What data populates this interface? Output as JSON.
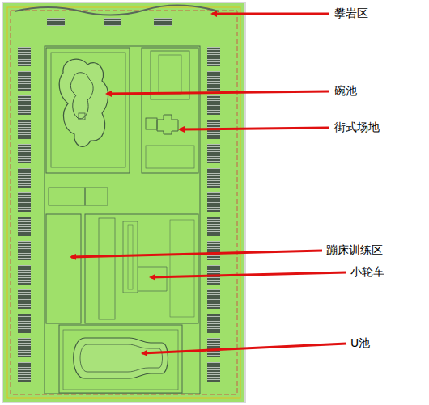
{
  "diagram": {
    "labels": [
      "攀岩区",
      "碗池",
      "街式场地",
      "蹦床训练区",
      "小轮车",
      "U池"
    ]
  }
}
